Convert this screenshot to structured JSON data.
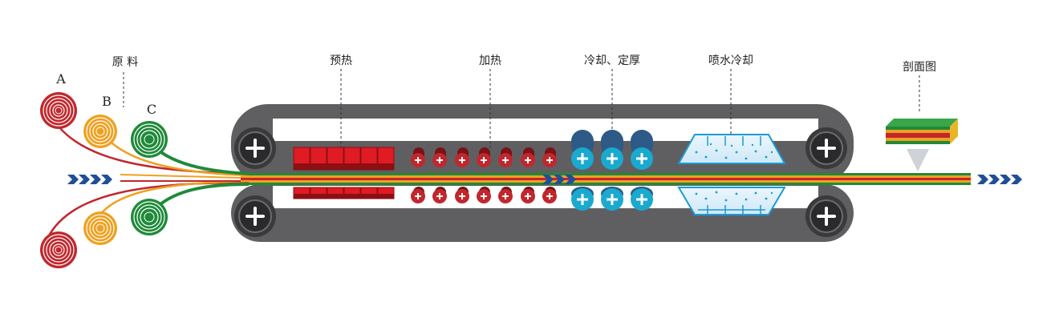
{
  "labels": {
    "raw_material": "原 料",
    "roll_a": "A",
    "roll_b": "B",
    "roll_c": "C",
    "preheat": "预热",
    "heating": "加热",
    "cooling_thickness": "冷却、定厚",
    "spray_cooling": "喷水冷却",
    "cross_section": "剖面图"
  },
  "colors": {
    "belt": "#5f5f62",
    "belt_dark": "#3a3a3c",
    "roll_red": "#c1272d",
    "roll_orange": "#f0a020",
    "roll_green": "#1f8a3a",
    "preheat_block": "#e01b23",
    "heat_roller": "#b01e23",
    "cool_roller": "#1aa9cf",
    "cool_roller_back": "#2d5a86",
    "arrow": "#1f4f96",
    "water_box": "#dff0fb"
  },
  "icons": {
    "feed_arrows": "chevron-right-icon",
    "drive_wheel": "plus-icon",
    "section_pointer": "arrow-down-icon"
  }
}
